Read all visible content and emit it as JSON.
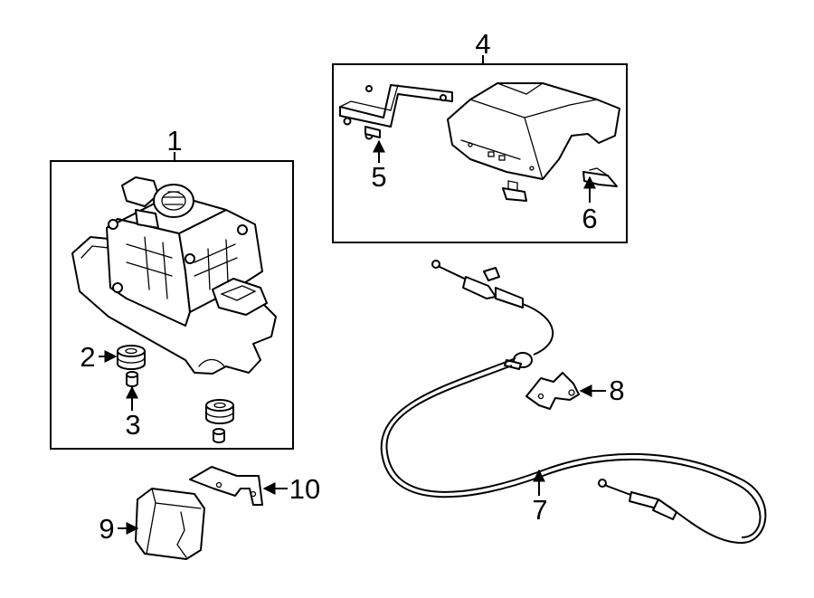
{
  "diagram": {
    "callouts": {
      "c1": "1",
      "c2": "2",
      "c3": "3",
      "c4": "4",
      "c5": "5",
      "c6": "6",
      "c7": "7",
      "c8": "8",
      "c9": "9",
      "c10": "10"
    }
  }
}
